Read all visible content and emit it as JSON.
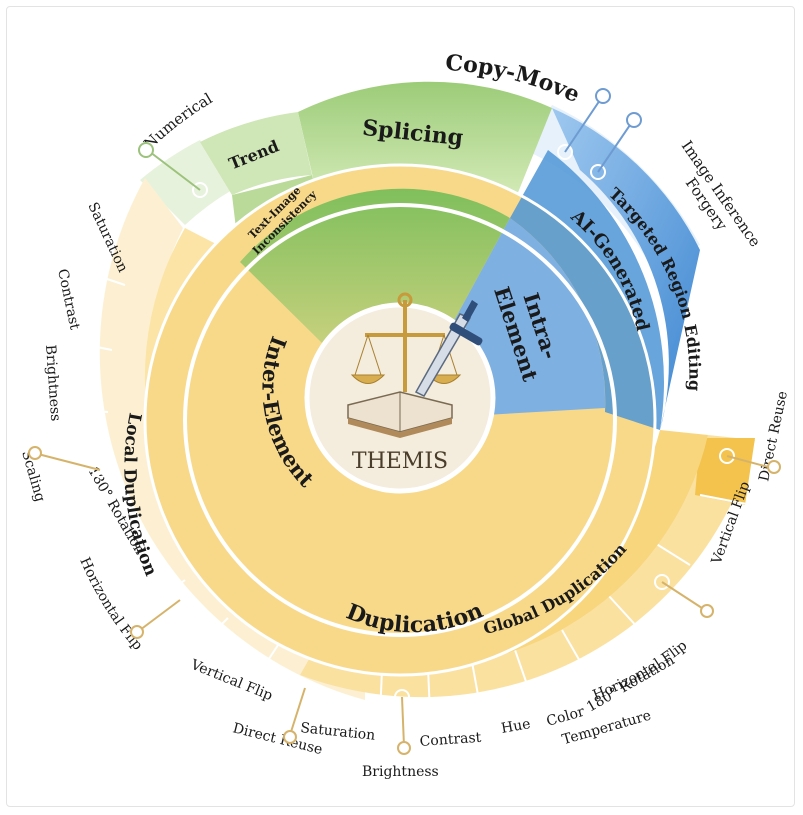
{
  "center": {
    "title": "THEMIS",
    "icon": "scales-book-sword-icon"
  },
  "inner_ring": [
    {
      "label": "Inter-Element"
    },
    {
      "label": "Intra-Element",
      "lines": [
        "Intra-",
        "Element"
      ]
    }
  ],
  "middle_ring": [
    {
      "label": "Splicing"
    },
    {
      "label": "Text-Image Inconsistency",
      "lines": [
        "Text-Image",
        "Inconsistency"
      ]
    },
    {
      "label": "Trend"
    },
    {
      "label": "AI-Generated"
    },
    {
      "label": "Duplication"
    },
    {
      "label": "Local Duplication"
    },
    {
      "label": "Global Duplication"
    }
  ],
  "outer_labels": {
    "copy_move": "Copy-Move",
    "numerical": "Numerical",
    "image_inference_forgery": "Image Inference Forgery",
    "image_inference_lines": [
      "Image Inference",
      "Forgery"
    ],
    "targeted_region_editing": "Targeted Region Editing",
    "local": [
      "Saturation",
      "Contrast",
      "Brightness",
      "Scaling",
      "180° Rotation",
      "Horizontal Flip",
      "Vertical Flip",
      "Direct Reuse"
    ],
    "global": [
      "Saturation",
      "Brightness",
      "Contrast",
      "Hue",
      "Color Temperature",
      "180° Rotation",
      "Horizontal Flip",
      "Vertical Flip",
      "Direct Reuse"
    ],
    "color_temperature_lines": [
      "Color",
      "Temperature"
    ]
  },
  "colors": {
    "green_dark": "#8fc26a",
    "green_light": "#d6ebc2",
    "blue_dark": "#4e95d6",
    "blue_light": "#cfe3f6",
    "yellow_dark": "#f3c24e",
    "yellow_light": "#fbe5ac",
    "yellow_pale": "#fdf1d3",
    "pin_yellow": "#d6b36a",
    "pin_green": "#9cc27c",
    "pin_blue": "#6e9cd2"
  }
}
